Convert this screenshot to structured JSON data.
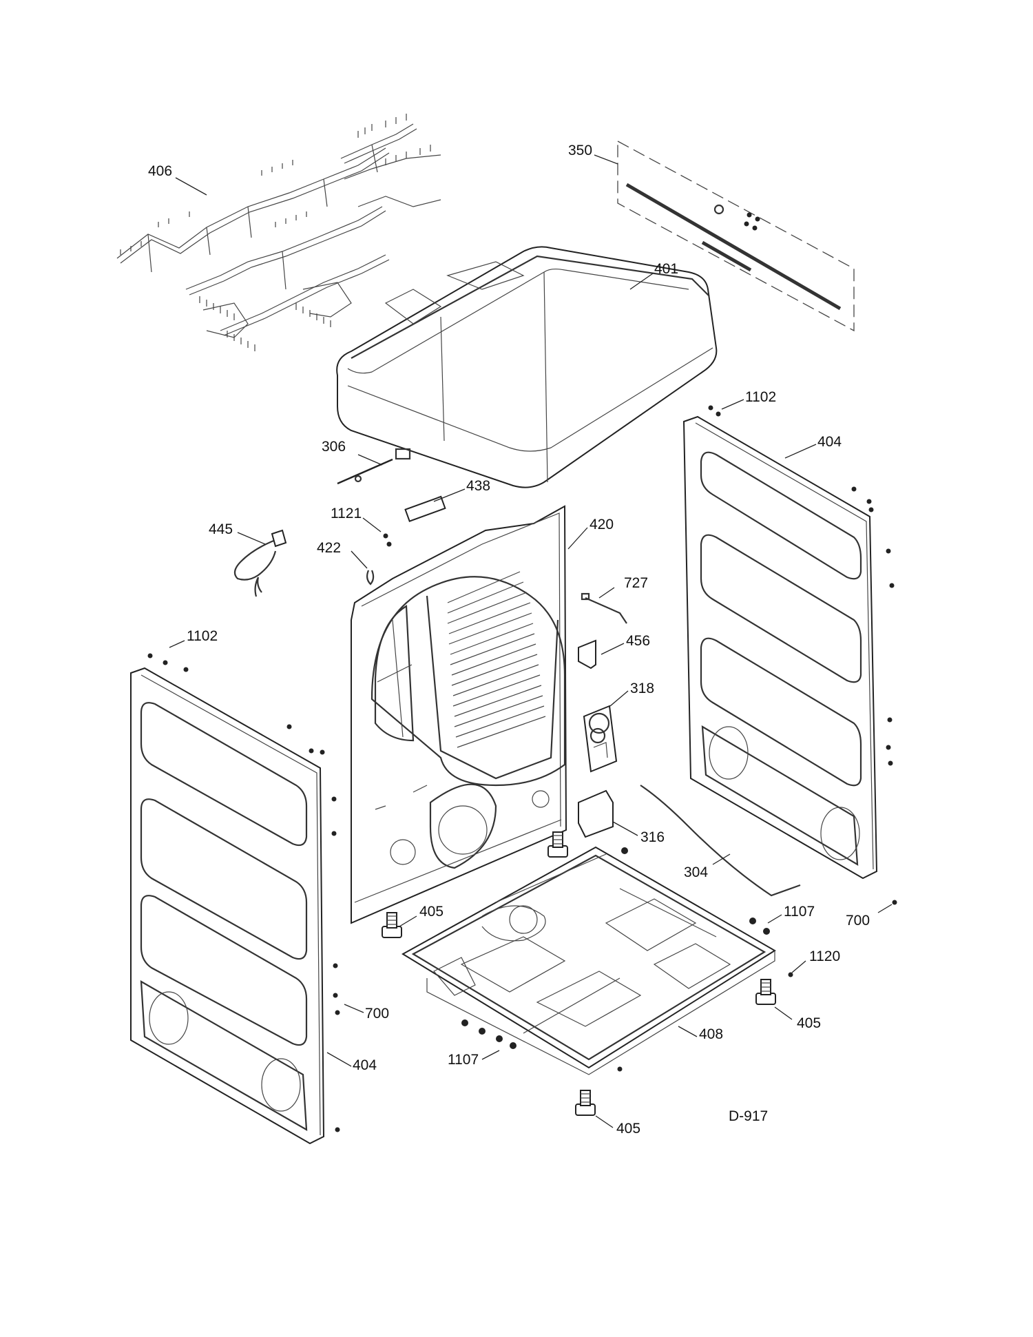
{
  "diagram": {
    "code": "D-917",
    "callouts": {
      "c350": "350",
      "c406": "406",
      "c401": "401",
      "c1102_right": "1102",
      "c404_right": "404",
      "c306": "306",
      "c438": "438",
      "c1121": "1121",
      "c420": "420",
      "c445": "445",
      "c422": "422",
      "c727": "727",
      "c1102_left": "1102",
      "c456": "456",
      "c318": "318",
      "c316": "316",
      "c304": "304",
      "c405_left": "405",
      "c1107_right": "1107",
      "c700_right": "700",
      "c1120": "1120",
      "c700_left": "700",
      "c405_right": "405",
      "c408": "408",
      "c404_left": "404",
      "c1107_bottom": "1107",
      "c405_bottom": "405"
    },
    "colors": {
      "line": "#222222",
      "background": "#ffffff"
    }
  }
}
